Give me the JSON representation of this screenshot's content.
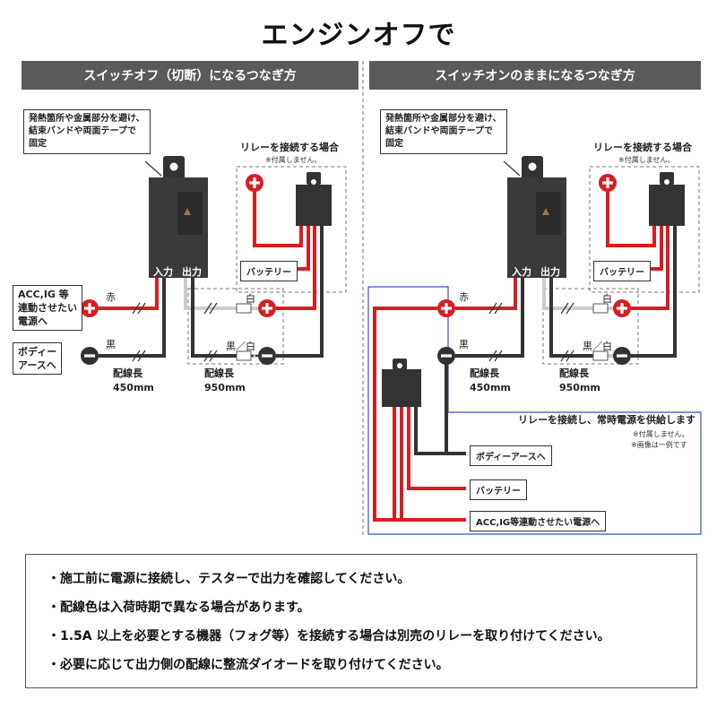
{
  "title": "エンジンオフで",
  "left_panel": {
    "banner": "スイッチオフ（切断）になるつなぎ方",
    "callout_lines": [
      "発熱箇所や金属部分を避け、",
      "結束バンドや両面テープで",
      "固定"
    ],
    "relay_title": "リレーを接続する場合",
    "relay_note": "※付属しません。",
    "battery_label": "バッテリー",
    "input_label": "入力",
    "output_label": "出力",
    "acc_label_lines": [
      "ACC,IG 等",
      "連動させたい",
      "電源へ"
    ],
    "body_label_lines": [
      "ボディー",
      "アースへ"
    ],
    "wire_red": "赤",
    "wire_black": "黒",
    "wire_white": "白",
    "wire_black_white": "黒／白",
    "length_in_label": "配線長",
    "length_in_value": "450mm",
    "length_out_label": "配線長",
    "length_out_value": "950mm"
  },
  "right_panel": {
    "banner": "スイッチオンのままになるつなぎ方",
    "callout_lines": [
      "発熱箇所や金属部分を避け、",
      "結束バンドや両面テープで",
      "固定"
    ],
    "relay_title": "リレーを接続する場合",
    "relay_note": "※付属しません。",
    "battery_label": "バッテリー",
    "input_label": "入力",
    "output_label": "出力",
    "wire_red": "赤",
    "wire_black": "黒",
    "wire_white": "白",
    "wire_black_white": "黒／白",
    "length_in_label": "配線長",
    "length_in_value": "450mm",
    "length_out_label": "配線長",
    "length_out_value": "950mm",
    "relay2_title": "リレーを接続し、常時電源を供給します",
    "relay2_note1": "※付属しません。",
    "relay2_note2": "※画像は一例です",
    "body_earth_label": "ボディーアースへ",
    "battery2_label": "バッテリー",
    "acc_label": "ACC,IG等連動させたい電源へ"
  },
  "notes": [
    "・施工前に電源に接続し、テスターで出力を確認してください。",
    "・配線色は入荷時期で異なる場合があります。",
    "・1.5A 以上を必要とする機器（フォグ等）を接続する場合は別売のリレーを取り付けてください。",
    "・必要に応じて出力側の配線に整流ダイオードを取り付けてください。"
  ],
  "colors": {
    "red_wire": "#d81d21",
    "black_wire": "#333333",
    "white_wire": "#cccccc",
    "banner_bg": "#5a5a5a",
    "blue_box": "#3b4fc4"
  }
}
